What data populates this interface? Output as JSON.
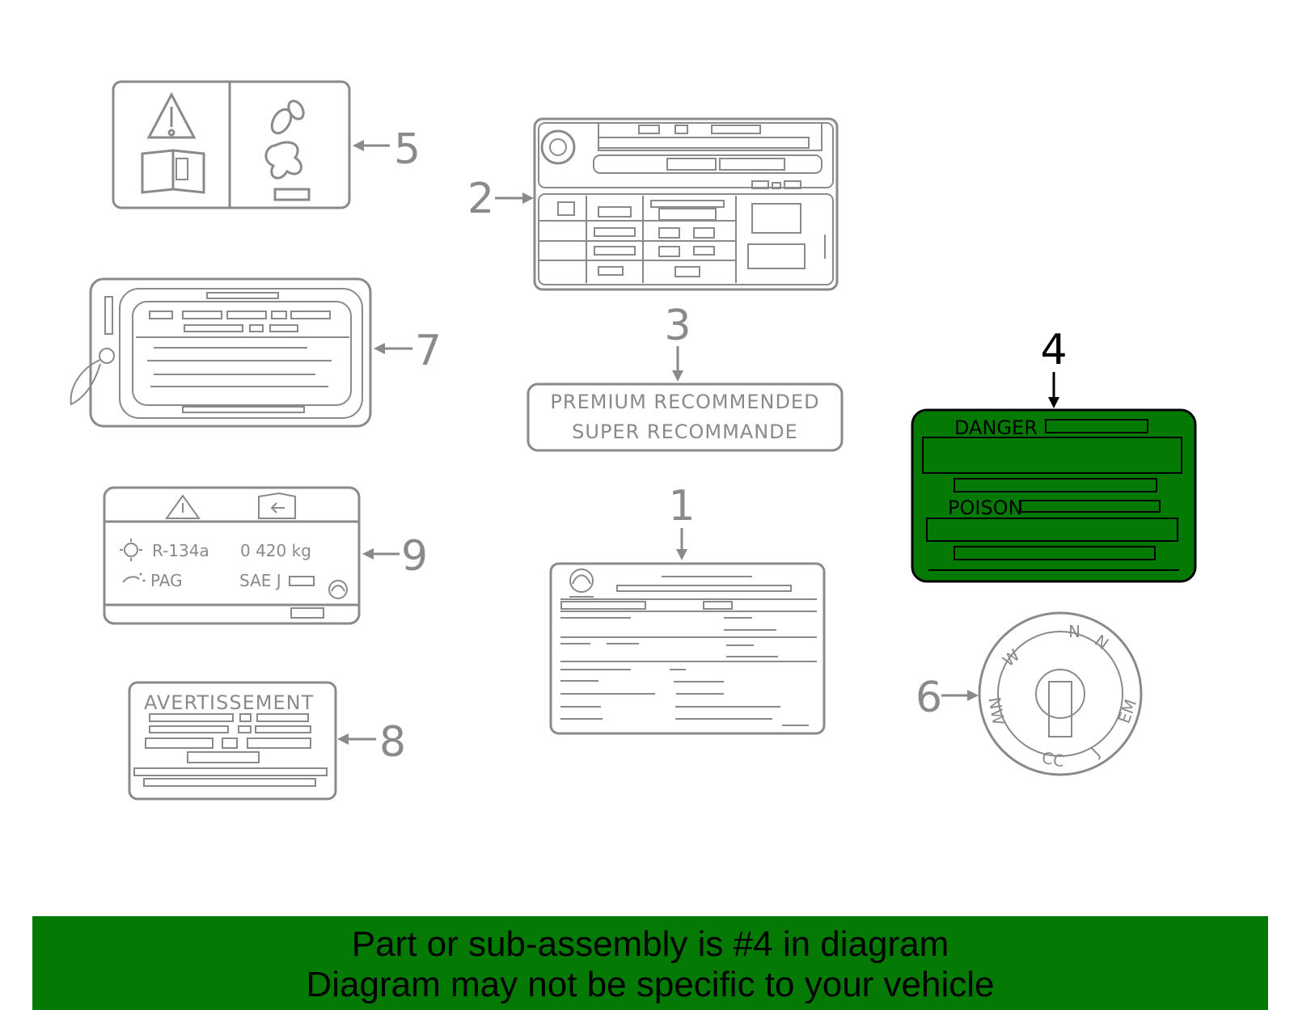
{
  "callouts": {
    "c1": "1",
    "c2": "2",
    "c3": "3",
    "c4": "4",
    "c5": "5",
    "c6": "6",
    "c7": "7",
    "c8": "8",
    "c9": "9"
  },
  "label3": {
    "line1": "PREMIUM  RECOMMENDED",
    "line2": "SUPER  RECOMMANDE"
  },
  "label4": {
    "danger": "DANGER",
    "poison": "POISON",
    "fill_color": "#047a04"
  },
  "label8": {
    "heading": "AVERTISSEMENT"
  },
  "label9": {
    "refrigerant": "R-134a",
    "amount": "0 420 kg",
    "oil": "PAG",
    "sae": "SAE J"
  },
  "label6": {
    "ring_text": [
      "N",
      "N",
      "W",
      "EM",
      "NW",
      "CC",
      "J"
    ]
  },
  "banner": {
    "line1": "Part or sub-assembly is #4 in diagram",
    "line2": "Diagram may not be specific to your vehicle",
    "color": "#047a04"
  }
}
